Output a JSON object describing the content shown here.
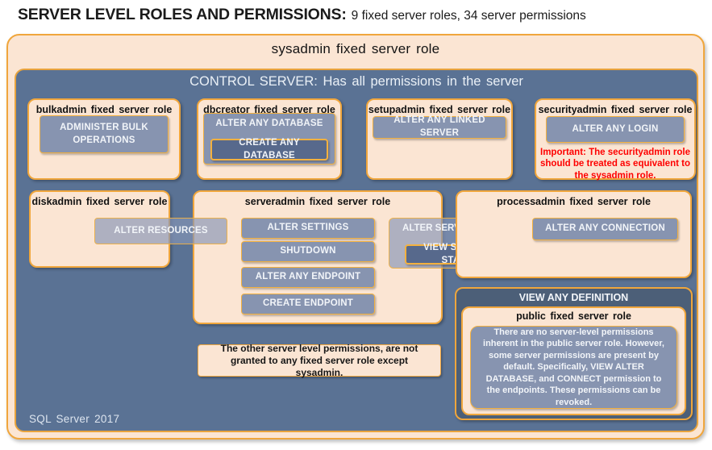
{
  "title": {
    "main": "SERVER LEVEL ROLES AND PERMISSIONS:",
    "sub": "9 fixed server roles, 34 server permissions"
  },
  "sysadmin": {
    "label": "sysadmin fixed server role"
  },
  "control_server": {
    "label": "CONTROL SERVER: Has all permissions in the server"
  },
  "roles": {
    "bulkadmin": {
      "title": "bulkadmin fixed server role",
      "perms": {
        "administer_bulk_operations": "ADMINISTER BULK OPERATIONS"
      }
    },
    "dbcreator": {
      "title": "dbcreator fixed server role",
      "perms": {
        "alter_any_database": "ALTER ANY DATABASE",
        "create_any_database": "CREATE ANY DATABASE"
      }
    },
    "setupadmin": {
      "title": "setupadmin fixed server role",
      "perms": {
        "alter_any_linked_server": "ALTER ANY LINKED SERVER"
      }
    },
    "securityadmin": {
      "title": "securityadmin fixed server role",
      "perms": {
        "alter_any_login": "ALTER ANY LOGIN"
      },
      "warning": "Important: The securityadmin role should be treated as equivalent to the sysadmin role."
    },
    "diskadmin": {
      "title": "diskadmin fixed server role",
      "perms": {
        "alter_resources": "ALTER RESOURCES"
      }
    },
    "serveradmin": {
      "title": "serveradmin fixed server role",
      "perms": {
        "alter_settings": "ALTER SETTINGS",
        "shutdown": "SHUTDOWN",
        "alter_any_endpoint": "ALTER ANY ENDPOINT",
        "create_endpoint": "CREATE ENDPOINT",
        "alter_server_state": "ALTER SERVER STATE",
        "view_server_state": "VIEW SERVER STATE"
      }
    },
    "processadmin": {
      "title": "processadmin fixed server role",
      "perms": {
        "alter_any_connection": "ALTER ANY CONNECTION"
      }
    }
  },
  "view_any_definition": {
    "label": "VIEW ANY DEFINITION",
    "public_role": {
      "title": "public fixed server role",
      "note": "There are no server-level permissions inherent in the public server role. However, some server permissions are present by default. Specifically, VIEW ALTER DATABASE, and CONNECT permission to the endpoints. These permissions can be revoked."
    }
  },
  "notes": {
    "other_permissions": "The other server level permissions, are not granted to any fixed server role except sysadmin."
  },
  "footer": {
    "version": "SQL Server 2017"
  },
  "colors": {
    "peach_fill": "#fbe5d3",
    "orange_border": "#f0a63c",
    "blue_background": "#5a7294",
    "gray_button": "#8794b0",
    "dark_button": "#57698c",
    "dark_header": "#4c5f78",
    "warning_red": "#fe0000",
    "title_text": "#1b1b1b",
    "button_text": "#f2f5f9"
  }
}
